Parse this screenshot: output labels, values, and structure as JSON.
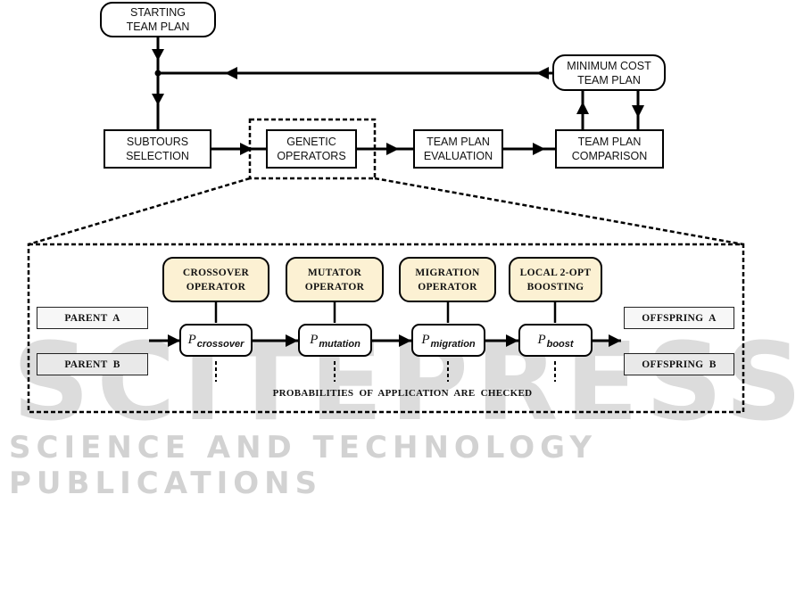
{
  "watermark": {
    "main": "SCITEPRESS",
    "sub": "SCIENCE AND TECHNOLOGY PUBLICATIONS"
  },
  "top_flow": {
    "starting_plan": [
      "STARTING",
      "TEAM PLAN"
    ],
    "subtours_selection": [
      "SUBTOURS",
      "SELECTION"
    ],
    "genetic_operators": [
      "GENETIC",
      "OPERATORS"
    ],
    "evaluation": [
      "TEAM PLAN",
      "EVALUATION"
    ],
    "comparison": [
      "TEAM PLAN",
      "COMPARISON"
    ],
    "minimum_cost": [
      "MINIMUM COST",
      "TEAM PLAN"
    ]
  },
  "detail": {
    "parents": [
      "PARENT  A",
      "PARENT  B"
    ],
    "offspring": [
      "OFFSPRING  A",
      "OFFSPRING  B"
    ],
    "operators": [
      {
        "lines": [
          "CROSSOVER",
          "OPERATOR"
        ],
        "prob_symbol": "P",
        "prob_sub": "crossover"
      },
      {
        "lines": [
          "MUTATOR",
          "OPERATOR"
        ],
        "prob_symbol": "P",
        "prob_sub": "mutation"
      },
      {
        "lines": [
          "MIGRATION",
          "OPERATOR"
        ],
        "prob_symbol": "P",
        "prob_sub": "migration"
      },
      {
        "lines": [
          "LOCAL 2-OPT",
          "BOOSTING"
        ],
        "prob_symbol": "P",
        "prob_sub": "boost"
      }
    ],
    "note": "PROBABILITIES  OF  APPLICATION  ARE  CHECKED"
  },
  "colors": {
    "operator_fill": "#fcf1d3",
    "parent_fill": "#f7f7f7",
    "line": "#000000"
  }
}
